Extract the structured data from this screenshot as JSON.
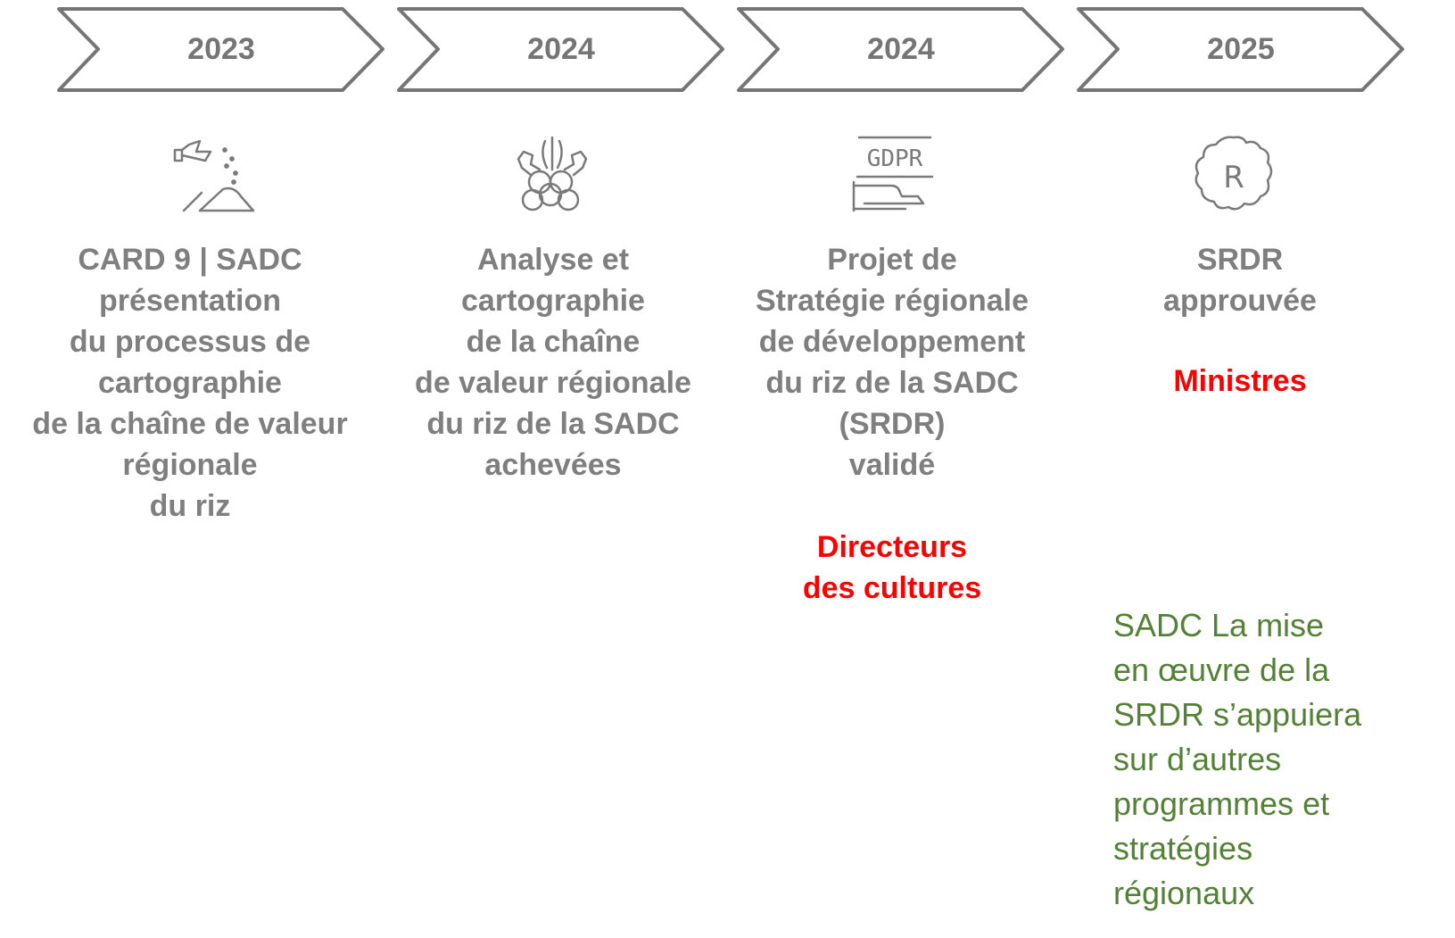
{
  "colors": {
    "chevron_stroke": "#757575",
    "year_text": "#757575",
    "body_text": "#7f7f7f",
    "actor_text": "#ff0000",
    "note_text": "#538135"
  },
  "phases": [
    {
      "year": "2023",
      "icon": "hand-sowing-seeds-icon",
      "lines": [
        "CARD 9 | SADC",
        "présentation",
        "du processus de",
        "cartographie",
        "de la chaîne de valeur",
        "régionale",
        "du riz"
      ]
    },
    {
      "year": "2024",
      "icon": "grain-cluster-icon",
      "lines": [
        "Analyse et",
        "cartographie",
        "de la chaîne",
        "de valeur régionale",
        "du riz de la SADC",
        "achevées"
      ]
    },
    {
      "year": "2024",
      "icon": "gdpr-document-hand-icon",
      "icon_text": "GDPR",
      "lines": [
        "Projet de",
        "Stratégie régionale",
        "de développement",
        "du riz de la SADC",
        "(SRDR)",
        "validé"
      ],
      "actor_lines": [
        "Directeurs",
        "des cultures"
      ]
    },
    {
      "year": "2025",
      "icon": "registered-badge-icon",
      "icon_text": "R",
      "lines": [
        "SRDR",
        "approuvée"
      ],
      "actor_lines": [
        "Ministres"
      ]
    }
  ],
  "note_lines": [
    "SADC La mise",
    "en œuvre de la",
    "SRDR s’appuiera",
    "sur d’autres",
    "programmes et",
    "stratégies",
    "régionaux"
  ]
}
